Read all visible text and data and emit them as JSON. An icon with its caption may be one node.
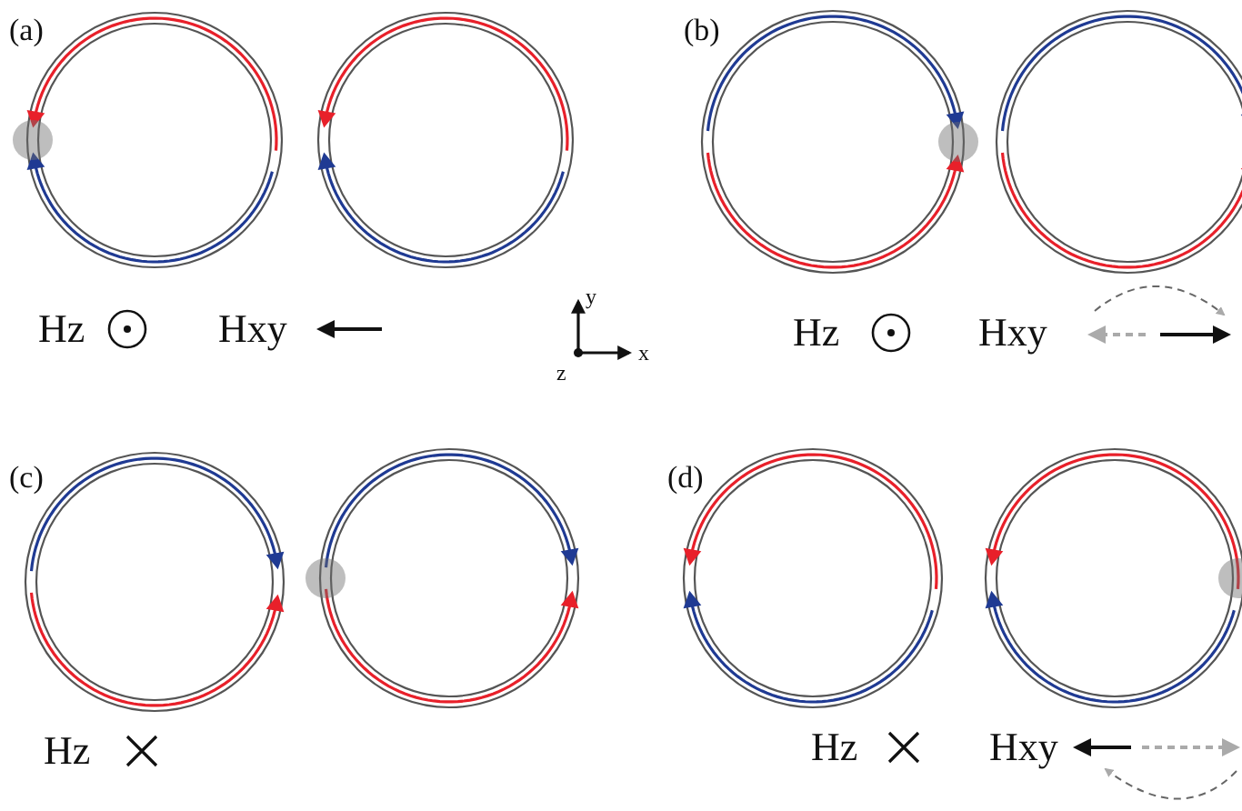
{
  "diagram": {
    "labels": [
      "(a)",
      "(b)",
      "Hz",
      "Hxy",
      "y",
      "z",
      "x",
      "Hz",
      "Hxy",
      "(c)",
      "(d)",
      "Hz",
      "Hz",
      "Hxy"
    ]
  }
}
